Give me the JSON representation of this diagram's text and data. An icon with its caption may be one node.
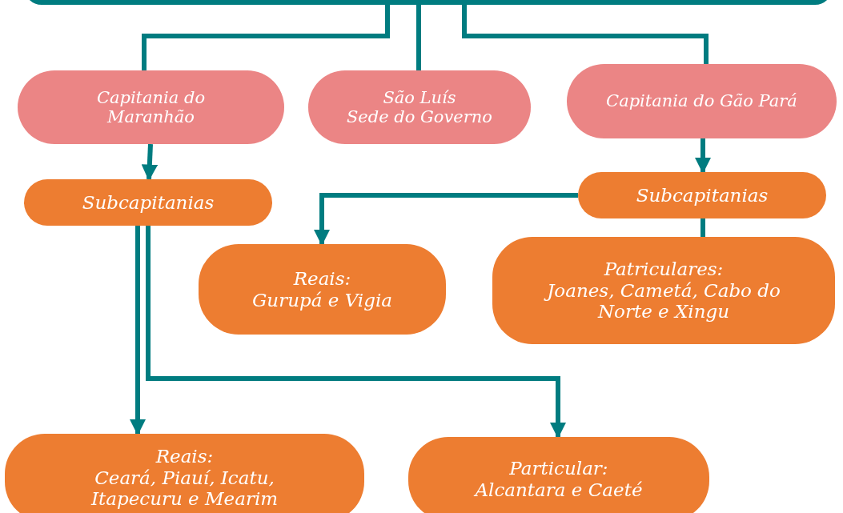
{
  "diagram": {
    "nodes": [
      {
        "text": [],
        "shape": "box"
      },
      {
        "text": [
          "Capitania do Maranhão"
        ]
      },
      {
        "text": [
          "São Luís",
          "Sede do Governo"
        ]
      },
      {
        "text": [
          "Capitania do Gão Pará"
        ]
      },
      {
        "text": [
          "Subcapitanias"
        ]
      },
      {
        "text": [
          "Subcapitanias"
        ]
      },
      {
        "text": [
          "Reais:",
          "Gurupá e Vigia"
        ]
      },
      {
        "text": [
          "Patriculares:",
          "Joanes, Cametá, Cabo do Norte e Xingu"
        ]
      },
      {
        "text": [
          "Reais:",
          "Ceará, Piauí, Icatu, Itapecuru e Mearim"
        ]
      },
      {
        "text": [
          "Particular:",
          "Alcantara e Caeté"
        ]
      }
    ],
    "edges": [
      {
        "from": 0,
        "to": 1,
        "arrow": "none"
      },
      {
        "from": 0,
        "to": 2,
        "arrow": "none"
      },
      {
        "from": 0,
        "to": 3,
        "arrow": "none"
      },
      {
        "from": 1,
        "to": 4,
        "arrow": "to"
      },
      {
        "from": 3,
        "to": 5,
        "arrow": "to"
      },
      {
        "from": 5,
        "to": 6,
        "arrow": "to"
      },
      {
        "from": 5,
        "to": 7,
        "arrow": "none"
      },
      {
        "from": 4,
        "to": 8,
        "arrow": "to"
      },
      {
        "from": 4,
        "to": 9,
        "arrow": "to"
      }
    ]
  }
}
